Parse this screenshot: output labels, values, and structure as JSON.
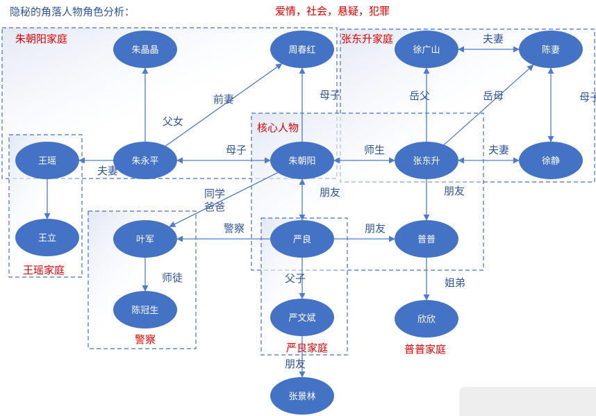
{
  "header": {
    "title": "隐秘的角落人物角色分析：",
    "subtitle": "爱情，社会，悬疑，犯罪"
  },
  "colors": {
    "node_fill": "#4472c4",
    "edge": "#4f7bc9",
    "group_border": "#4472c4",
    "label_text": "#2f5597",
    "group_text": "#e00000"
  },
  "groups": [
    {
      "id": "zhuchaoyang",
      "label": "朱朝阳家庭"
    },
    {
      "id": "zhangdongsheng",
      "label": "张东升家庭"
    },
    {
      "id": "core",
      "label": "核心人物"
    },
    {
      "id": "wangyao",
      "label": "王瑶家庭"
    },
    {
      "id": "police",
      "label": "警察"
    },
    {
      "id": "yanliang",
      "label": "严良家庭"
    },
    {
      "id": "pupu",
      "label": "普普家庭"
    }
  ],
  "nodes": [
    {
      "id": "zhujingjing",
      "label": "朱晶晶"
    },
    {
      "id": "zhouchunhong",
      "label": "周春红"
    },
    {
      "id": "xuguangshan",
      "label": "徐广山"
    },
    {
      "id": "chenqi",
      "label": "陈妻"
    },
    {
      "id": "wangyao",
      "label": "王瑶"
    },
    {
      "id": "zhuyongping",
      "label": "朱永平"
    },
    {
      "id": "zhuchaoyang",
      "label": "朱朝阳"
    },
    {
      "id": "zhangdongsheng",
      "label": "张东升"
    },
    {
      "id": "xujing",
      "label": "徐静"
    },
    {
      "id": "wangli",
      "label": "王立"
    },
    {
      "id": "yejun",
      "label": "叶军"
    },
    {
      "id": "yanliang",
      "label": "严良"
    },
    {
      "id": "pupu",
      "label": "普普"
    },
    {
      "id": "chenguansheng",
      "label": "陈冠生"
    },
    {
      "id": "yanwenbin",
      "label": "严文斌"
    },
    {
      "id": "xinxin",
      "label": "欣欣"
    },
    {
      "id": "zhangjinglin",
      "label": "张景林"
    }
  ],
  "edges": [
    {
      "from": "zhuyongping",
      "to": "zhujingjing",
      "label": "父女"
    },
    {
      "from": "zhuyongping",
      "to": "zhouchunhong",
      "label": "前妻"
    },
    {
      "from": "zhuchaoyang",
      "to": "zhouchunhong",
      "label": "母子"
    },
    {
      "from": "zhuyongping",
      "to": "wangyao",
      "label": "夫妻"
    },
    {
      "from": "zhuyongping",
      "to": "zhuchaoyang",
      "label": "母子"
    },
    {
      "from": "wangyao",
      "to": "wangli",
      "label": ""
    },
    {
      "from": "zhuchaoyang",
      "to": "yejun",
      "label": "同学爸爸"
    },
    {
      "from": "zhuchaoyang",
      "to": "zhangdongsheng",
      "label": "师生"
    },
    {
      "from": "zhuchaoyang",
      "to": "yanliang",
      "label": "朋友"
    },
    {
      "from": "xuguangshan",
      "to": "chenqi",
      "label": "夫妻"
    },
    {
      "from": "zhangdongsheng",
      "to": "xuguangshan",
      "label": "岳父"
    },
    {
      "from": "zhangdongsheng",
      "to": "chenqi",
      "label": "岳母"
    },
    {
      "from": "chenqi",
      "to": "xujing",
      "label": "母子"
    },
    {
      "from": "zhangdongsheng",
      "to": "xujing",
      "label": "夫妻"
    },
    {
      "from": "zhangdongsheng",
      "to": "pupu",
      "label": "朋友"
    },
    {
      "from": "yanliang",
      "to": "yejun",
      "label": "警察"
    },
    {
      "from": "yanliang",
      "to": "pupu",
      "label": "朋友"
    },
    {
      "from": "yejun",
      "to": "chenguansheng",
      "label": "师徒"
    },
    {
      "from": "yanliang",
      "to": "yanwenbin",
      "label": "父子"
    },
    {
      "from": "pupu",
      "to": "xinxin",
      "label": "姐弟"
    },
    {
      "from": "yanwenbin",
      "to": "zhangjinglin",
      "label": "朋友"
    }
  ]
}
